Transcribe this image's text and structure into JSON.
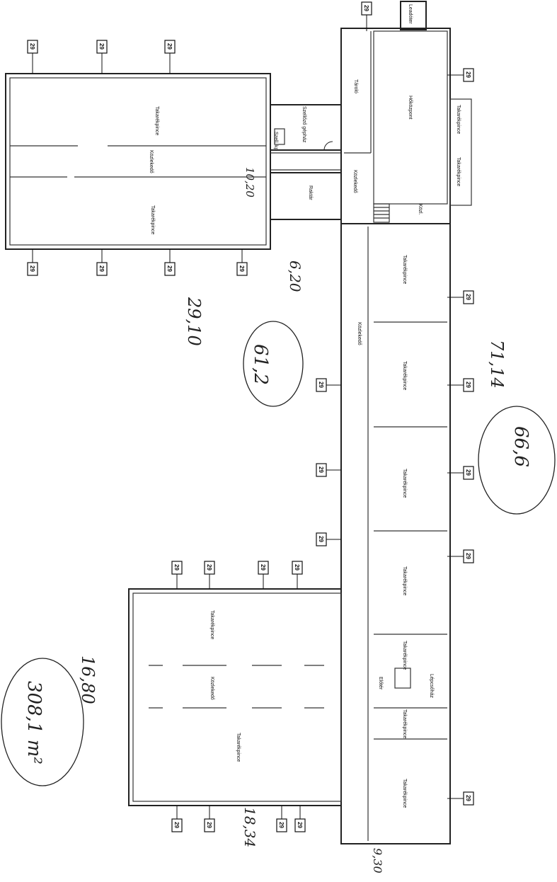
{
  "rooms": {
    "left_top_vault": "Takarékpince",
    "left_mid_corridor": "Közlekedő",
    "left_bottom_vault": "Takarékpince",
    "gas_meter": "Szellőző gépház",
    "gas_small": "Szell. kp",
    "storage": "Raktár",
    "tarolo": "Tároló",
    "hokozpont": "Hőközpont",
    "top_vault_a": "Takarékpince",
    "top_vault_b": "Takarékpince",
    "kozl_small": "Közlekedő",
    "kozl_top": "Közl.",
    "main_corridor": "Közlekedő",
    "right_vault_1": "Takarékpince",
    "right_vault_2": "Takarékpince",
    "right_vault_3": "Takarékpince",
    "right_vault_4": "Takarékpince",
    "right_vault_5": "Takarékpince",
    "right_vault_6": "Takarékpince",
    "right_vault_7": "Takarékpince",
    "lepcsohaz": "Lépcsőház",
    "eloter": "Előtér",
    "bottom_left_vault_a": "Takarékpince",
    "bottom_left_corridor": "Közlekedő",
    "bottom_left_vault_b": "Takarékpince",
    "entrance": "Leadóter"
  },
  "tag_label": "29",
  "handwritten": {
    "n1": "10,20",
    "n2": "6,20",
    "n3": "29,10",
    "n4": "61,2",
    "n5": "71,14",
    "n6": "66,6",
    "n7": "16,80",
    "n8": "308,1 m²",
    "n9": "18,34",
    "n10": "9,30"
  }
}
